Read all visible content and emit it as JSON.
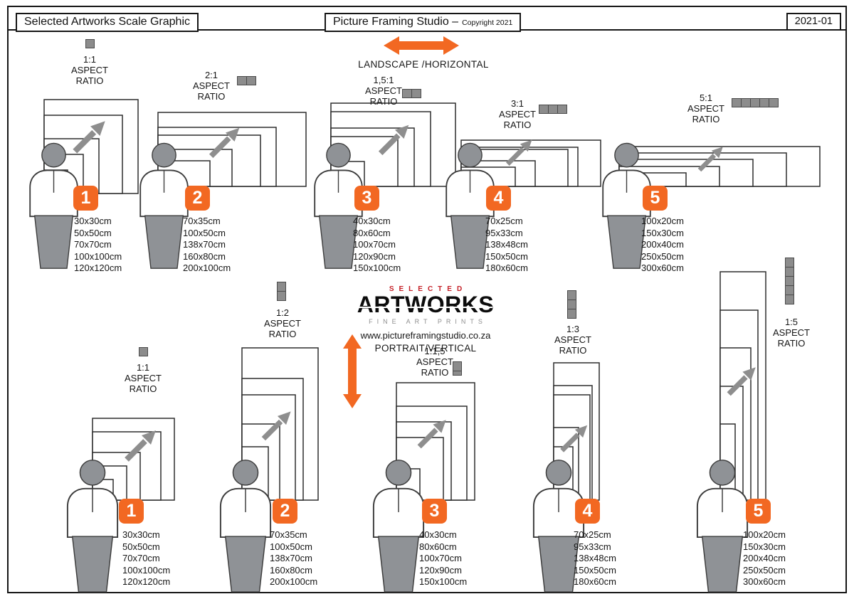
{
  "header": {
    "left_title": "Selected Artworks Scale Graphic",
    "studio_title": "Picture Framing Studio –",
    "copyright": "Copyright 2021",
    "doc_ref": "2021-01"
  },
  "labels": {
    "aspect": "ASPECT",
    "ratio": "RATIO",
    "landscape": "LANDSCAPE /HORIZONTAL",
    "portrait": "PORTRAIT/VERTICAL",
    "website": "www.pictureframingstudio.co.za"
  },
  "logo": {
    "top": "SELECTED",
    "main": "ARTWORKS",
    "sub": "FINE ART PRINTS"
  },
  "landscape": {
    "groups": [
      {
        "number": "1",
        "ratio": "1:1",
        "sizes": [
          "30x30cm",
          "50x50cm",
          "70x70cm",
          "100x100cm",
          "120x120cm"
        ]
      },
      {
        "number": "2",
        "ratio": "2:1",
        "sizes": [
          "70x35cm",
          "100x50cm",
          "138x70cm",
          "160x80cm",
          "200x100cm"
        ]
      },
      {
        "number": "3",
        "ratio": "1,5:1",
        "sizes": [
          "40x30cm",
          "80x60cm",
          "100x70cm",
          "120x90cm",
          "150x100cm"
        ]
      },
      {
        "number": "4",
        "ratio": "3:1",
        "sizes": [
          "70x25cm",
          "95x33cm",
          "138x48cm",
          "150x50cm",
          "180x60cm"
        ]
      },
      {
        "number": "5",
        "ratio": "5:1",
        "sizes": [
          "100x20cm",
          "150x30cm",
          "200x40cm",
          "250x50cm",
          "300x60cm"
        ]
      }
    ]
  },
  "portrait": {
    "groups": [
      {
        "number": "1",
        "ratio": "1:1",
        "sizes": [
          "30x30cm",
          "50x50cm",
          "70x70cm",
          "100x100cm",
          "120x120cm"
        ]
      },
      {
        "number": "2",
        "ratio": "1:2",
        "sizes": [
          "70x35cm",
          "100x50cm",
          "138x70cm",
          "160x80cm",
          "200x100cm"
        ]
      },
      {
        "number": "3",
        "ratio": "1:1,5",
        "sizes": [
          "40x30cm",
          "80x60cm",
          "100x70cm",
          "120x90cm",
          "150x100cm"
        ]
      },
      {
        "number": "4",
        "ratio": "1:3",
        "sizes": [
          "70x25cm",
          "95x33cm",
          "138x48cm",
          "150x50cm",
          "180x60cm"
        ]
      },
      {
        "number": "5",
        "ratio": "1:5",
        "sizes": [
          "100x20cm",
          "150x30cm",
          "200x40cm",
          "250x50cm",
          "300x60cm"
        ]
      }
    ]
  },
  "icons": {
    "landscape_direction": "horizontal-double-arrow-icon",
    "portrait_direction": "vertical-double-arrow-icon",
    "aspect_cells": "gray-square-cells-icon",
    "scale_arrow": "diagonal-arrow-icon",
    "figure": "human-figure-icon"
  },
  "colors": {
    "accent_orange": "#f26822",
    "icon_gray": "#8c8c8c",
    "logo_red": "#c41e25"
  }
}
